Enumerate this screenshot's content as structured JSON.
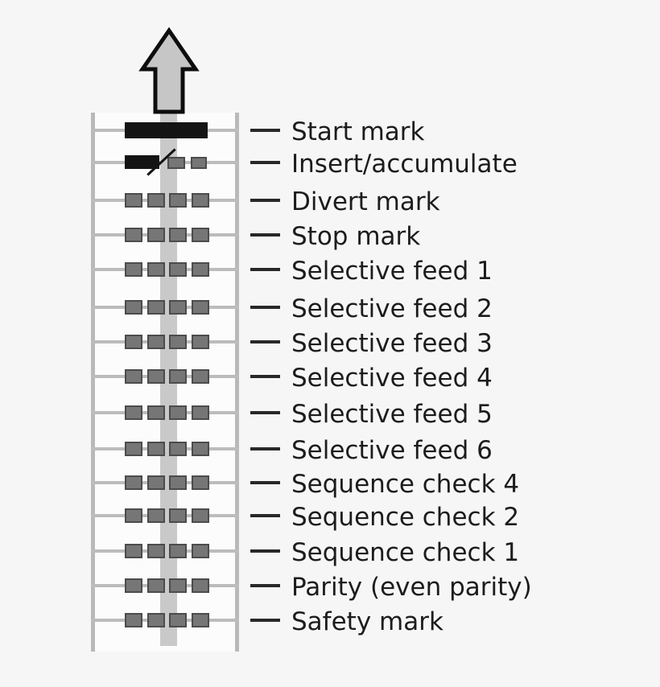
{
  "diagram": {
    "arrow_icon": "up-arrow",
    "rows": [
      {
        "label": "Start mark",
        "type": "start"
      },
      {
        "label": "Insert/accumulate",
        "type": "insert"
      },
      {
        "label": "Divert mark",
        "type": "marks"
      },
      {
        "label": "Stop mark",
        "type": "marks"
      },
      {
        "label": "Selective feed 1",
        "type": "marks"
      },
      {
        "label": "Selective feed 2",
        "type": "marks"
      },
      {
        "label": "Selective feed 3",
        "type": "marks"
      },
      {
        "label": "Selective feed 4",
        "type": "marks"
      },
      {
        "label": "Selective feed 5",
        "type": "marks"
      },
      {
        "label": "Selective feed 6",
        "type": "marks"
      },
      {
        "label": "Sequence check 4",
        "type": "marks"
      },
      {
        "label": "Sequence check 2",
        "type": "marks"
      },
      {
        "label": "Sequence check 1",
        "type": "marks"
      },
      {
        "label": "Parity (even parity)",
        "type": "marks"
      },
      {
        "label": "Safety mark",
        "type": "marks"
      }
    ]
  },
  "colors": {
    "background": "#f6f6f6",
    "inner_panel": "#fcfcfc",
    "rail": "#b9b9b9",
    "rung": "#bcbcbc",
    "tape": "#c9c9c9",
    "arrow_fill": "#c6c6c6",
    "arrow_outline": "#0d0d0d",
    "mark_fill": "#767676",
    "mark_border": "#4c4c4c",
    "black_mark": "#141414",
    "dash": "#282828",
    "text": "#1c1c1c"
  }
}
